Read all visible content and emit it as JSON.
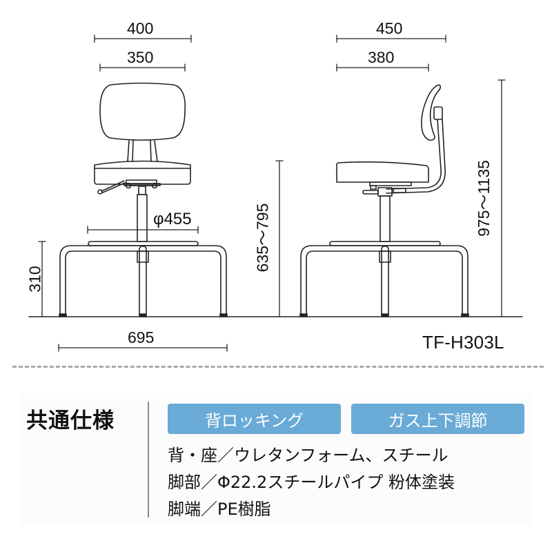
{
  "front_view": {
    "backrest_width": "400",
    "seat_width": "350",
    "footring_diameter": "φ455",
    "footring_height": "310",
    "base_width": "695"
  },
  "side_view": {
    "depth_overall": "450",
    "seat_depth": "380",
    "seat_height": "635〜795",
    "overall_height": "975〜1135"
  },
  "model": "TF-H303L",
  "specs": {
    "title": "共通仕様",
    "badges": [
      {
        "label": "背ロッキング"
      },
      {
        "label": "ガス上下調節"
      }
    ],
    "lines": [
      "背・座／ウレタンフォーム、スチール",
      "脚部／Φ22.2スチールパイプ 粉体塗装",
      "脚端／PE樹脂"
    ]
  },
  "colors": {
    "badge_bg": "#6aaad6",
    "badge_text": "#ffffff",
    "separator": "#a9a9a9",
    "line": "#222222"
  }
}
